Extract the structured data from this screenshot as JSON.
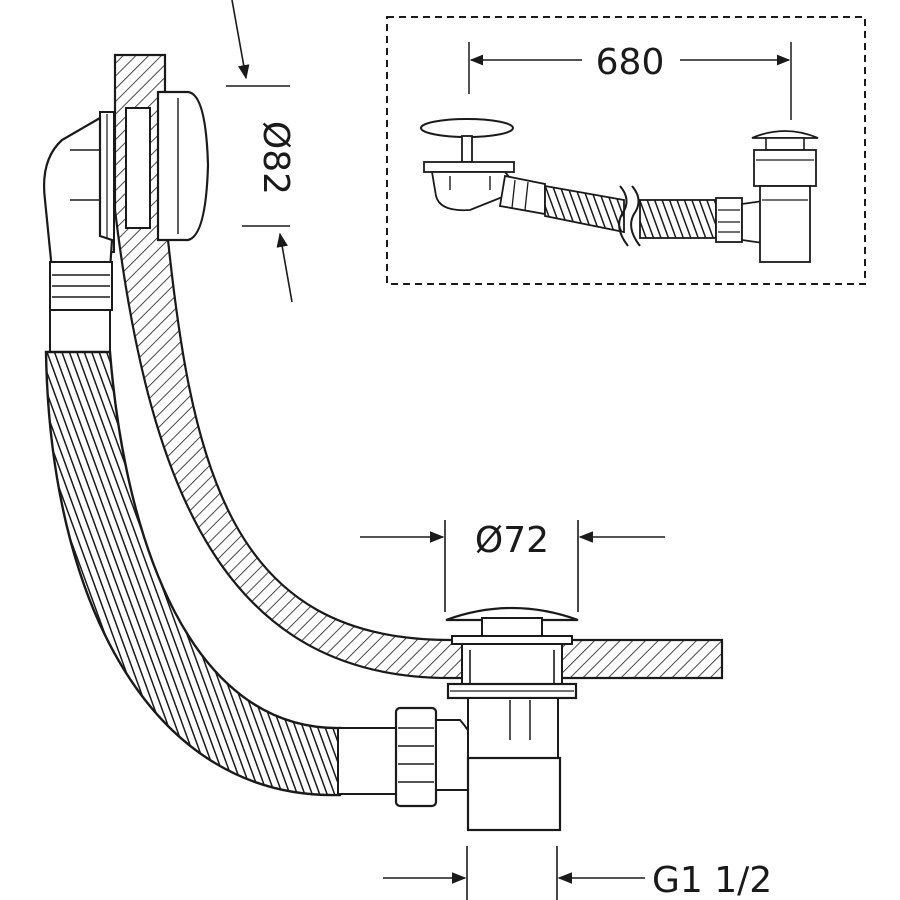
{
  "dimensions": {
    "overflow_diameter": "Ø82",
    "drain_diameter": "Ø72",
    "thread": "G1 1/2",
    "total_length": "680"
  },
  "colors": {
    "line": "#1a1a1a",
    "background": "#ffffff"
  }
}
